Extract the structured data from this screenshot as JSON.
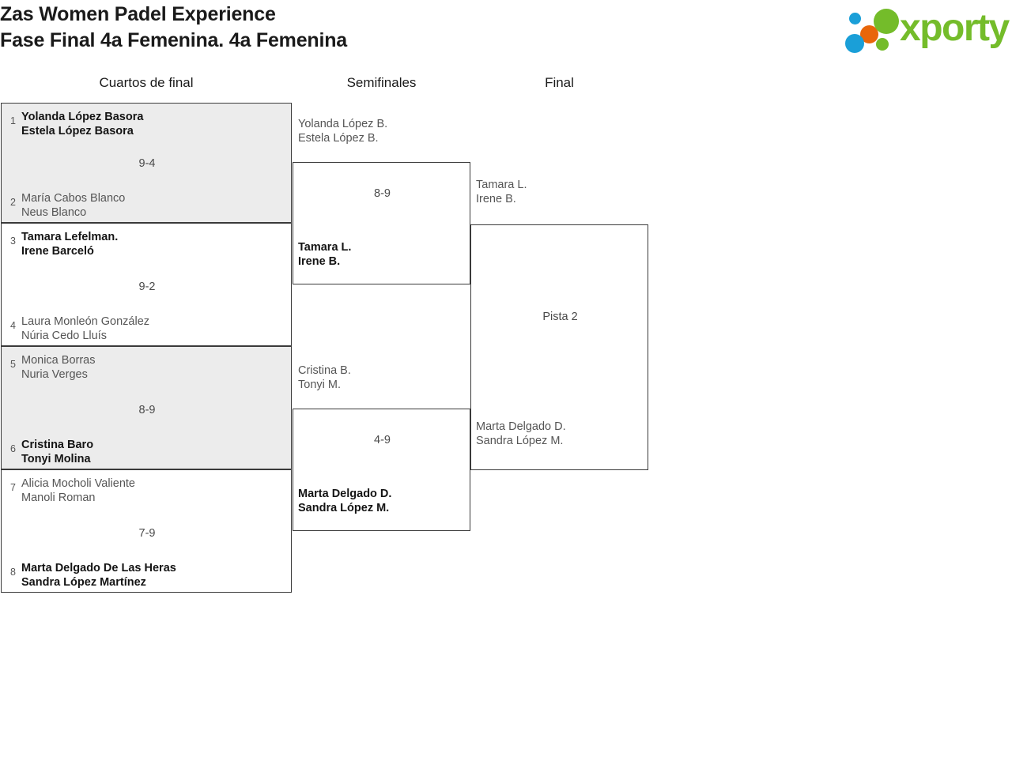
{
  "header": {
    "title_line1": "Zas Women Padel Experience",
    "title_line2": "Fase Final 4a Femenina. 4a Femenina",
    "logo": {
      "text": "xporty",
      "colors": {
        "green": "#74bc2a",
        "orange": "#e8660a",
        "blue": "#1a9fd8"
      },
      "dots": [
        {
          "name": "blue-small",
          "color": "#1a9fd8"
        },
        {
          "name": "orange",
          "color": "#e8660a"
        },
        {
          "name": "green-big",
          "color": "#74bc2a"
        },
        {
          "name": "green-small",
          "color": "#74bc2a"
        },
        {
          "name": "blue-big",
          "color": "#1a9fd8"
        }
      ]
    }
  },
  "rounds": [
    {
      "label": "Cuartos de final"
    },
    {
      "label": "Semifinales"
    },
    {
      "label": "Final"
    }
  ],
  "quarterfinals": [
    {
      "score": "9-4",
      "top": {
        "seed": "1",
        "p1": "Yolanda López Basora",
        "p2": "Estela López Basora",
        "winner": true
      },
      "bottom": {
        "seed": "2",
        "p1": "María Cabos Blanco",
        "p2": "Neus Blanco",
        "winner": false
      }
    },
    {
      "score": "9-2",
      "top": {
        "seed": "3",
        "p1": "Tamara Lefelman.",
        "p2": "Irene Barceló",
        "winner": true
      },
      "bottom": {
        "seed": "4",
        "p1": "Laura Monleón González",
        "p2": "Núria Cedo Lluís",
        "winner": false
      }
    },
    {
      "score": "8-9",
      "top": {
        "seed": "5",
        "p1": "Monica Borras",
        "p2": "Nuria Verges",
        "winner": false
      },
      "bottom": {
        "seed": "6",
        "p1": "Cristina Baro",
        "p2": "Tonyi Molina",
        "winner": true
      }
    },
    {
      "score": "7-9",
      "top": {
        "seed": "7",
        "p1": "Alicia Mocholi Valiente",
        "p2": "Manoli Roman",
        "winner": false
      },
      "bottom": {
        "seed": "8",
        "p1": "Marta Delgado De Las Heras",
        "p2": "Sandra López Martínez",
        "winner": true
      }
    }
  ],
  "semifinals": [
    {
      "score": "8-9",
      "top": {
        "p1": "Yolanda López B.",
        "p2": "Estela López B.",
        "winner": false
      },
      "bottom": {
        "p1": "Tamara L.",
        "p2": "Irene B.",
        "winner": true
      }
    },
    {
      "score": "4-9",
      "top": {
        "p1": "Cristina B.",
        "p2": "Tonyi M.",
        "winner": false
      },
      "bottom": {
        "p1": "Marta Delgado D.",
        "p2": "Sandra López M.",
        "winner": true
      }
    }
  ],
  "final": {
    "court": "Pista 2",
    "top": {
      "p1": "Tamara L.",
      "p2": "Irene B.",
      "winner": false
    },
    "bottom": {
      "p1": "Marta Delgado D.",
      "p2": "Sandra López M.",
      "winner": false
    }
  }
}
